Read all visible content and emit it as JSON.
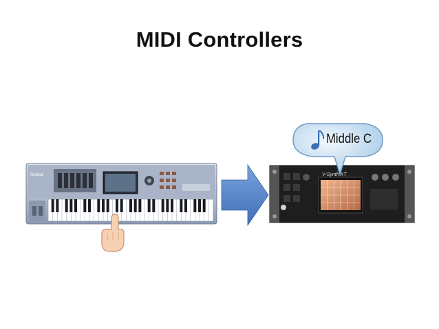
{
  "slide": {
    "title": "MIDI Controllers"
  },
  "keyboard": {
    "brand": "Roland"
  },
  "module": {
    "name": "V-Synth XT"
  },
  "callout": {
    "label": "Middle C",
    "icon": "music-note-icon"
  },
  "colors": {
    "arrow": "#4a7cc4",
    "callout_fill": "#c6e0f3",
    "keyboard_body": "#b9c3d6",
    "module_body": "#1e1e1e"
  }
}
